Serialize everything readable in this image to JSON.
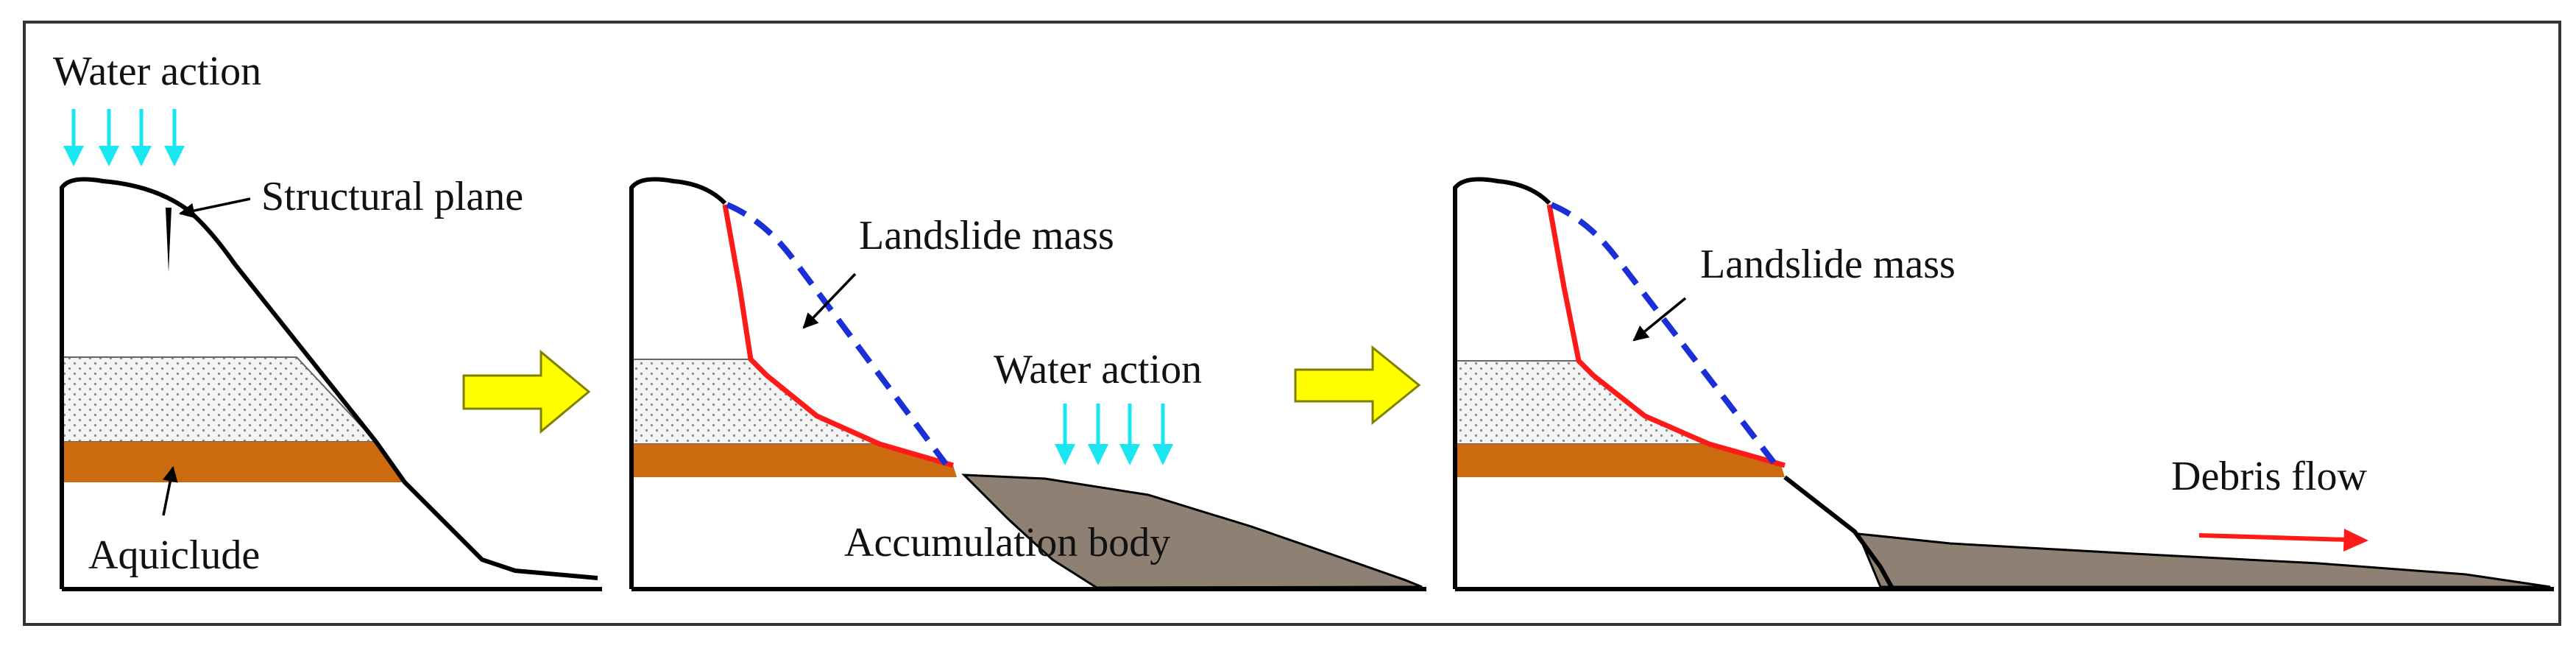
{
  "colors": {
    "background": "#ffffff",
    "frame": "#333333",
    "outline": "#000000",
    "water_arrow": "#19e6f0",
    "aquiclude": "#cc6a10",
    "sand_fill": "#f4f4f4",
    "sand_dots": "#8a8a8a",
    "slip_surface": "#ff1a1a",
    "landslide_boundary": "#1a2fd6",
    "accumulation_body": "#8e8073",
    "process_arrow_fill": "#ffff00",
    "process_arrow_stroke": "#808000",
    "debris_arrow": "#ff1a1a"
  },
  "icons": {
    "process_arrow": "right-arrow-icon",
    "water_arrow": "down-arrow-icon",
    "debris_arrow": "right-arrow-icon"
  },
  "stage1": {
    "water_label": "Water action",
    "structural_plane_label": "Structural plane",
    "aquiclude_label": "Aquiclude"
  },
  "stage2": {
    "landslide_label": "Landslide mass",
    "water_label": "Water action",
    "accumulation_label": "Accumulation body"
  },
  "stage3": {
    "landslide_label": "Landslide mass",
    "debris_label": "Debris flow"
  }
}
